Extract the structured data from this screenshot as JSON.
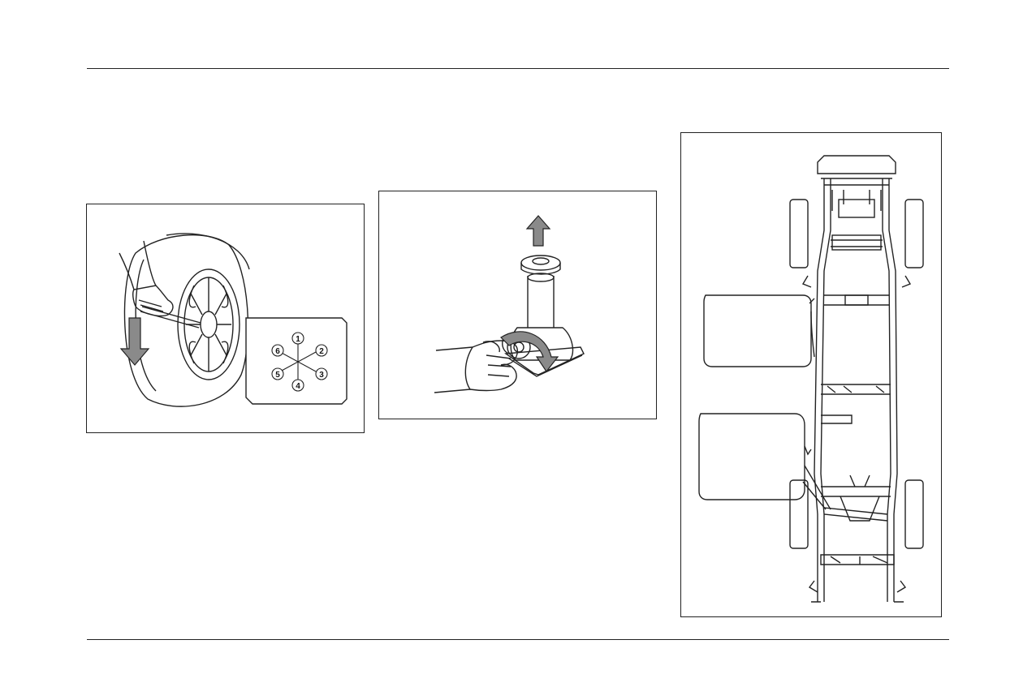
{
  "page": {
    "header_rule": true,
    "footer_rule": true
  },
  "figures": {
    "wheel": {
      "icon": "wheel-nut-loosening-icon",
      "nut_sequence": [
        "1",
        "2",
        "3",
        "4",
        "5",
        "6"
      ]
    },
    "jack": {
      "icon": "jack-raise-icon"
    },
    "frame": {
      "icon": "vehicle-frame-jack-points-icon",
      "callout_upper_text": "",
      "callout_lower_text": ""
    }
  },
  "colors": {
    "line": "#222222",
    "arrow_fill": "#8a8a8a"
  }
}
